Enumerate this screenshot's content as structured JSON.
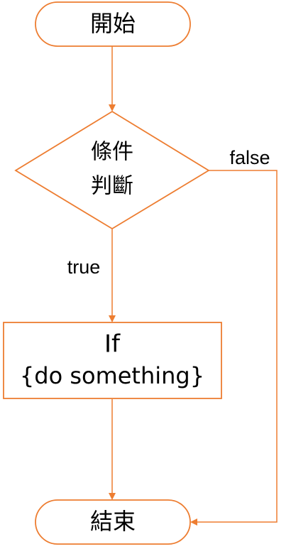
{
  "flowchart": {
    "start": {
      "label": "開始"
    },
    "decision": {
      "label_line1": "條件",
      "label_line2": "判斷"
    },
    "process": {
      "label_line1": "If",
      "label_line2": "{do something}"
    },
    "end": {
      "label": "結束"
    },
    "edges": {
      "true_label": "true",
      "false_label": "false"
    }
  },
  "colors": {
    "stroke": "#ED7D31",
    "fill": "#FFFFFF",
    "text": "#000000"
  }
}
